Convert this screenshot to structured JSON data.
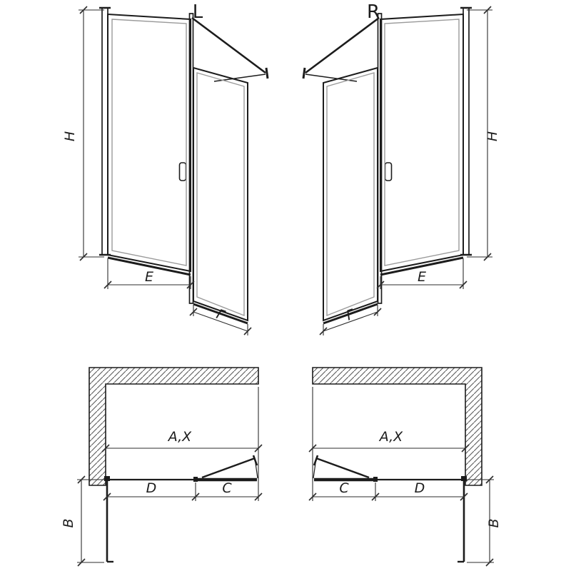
{
  "elevation_left": {
    "title": "L",
    "height_label": "H",
    "door_width_label": "E",
    "fixed_width_label": "F"
  },
  "elevation_right": {
    "title": "R",
    "height_label": "H",
    "door_width_label": "E",
    "fixed_width_label": "F"
  },
  "plan_left": {
    "overall_width_label": "A,X",
    "door_segment_label": "D",
    "fixed_segment_label": "C",
    "door_swing_depth_label": "B"
  },
  "plan_right": {
    "overall_width_label": "A,X",
    "door_segment_label": "D",
    "fixed_segment_label": "C",
    "door_swing_depth_label": "B"
  },
  "colors": {
    "outline": "#1c1c1c",
    "glass": "#9a9a9a",
    "dimension": "#2e2e2e",
    "hatch": "#5a5a5a",
    "background": "#ffffff"
  }
}
